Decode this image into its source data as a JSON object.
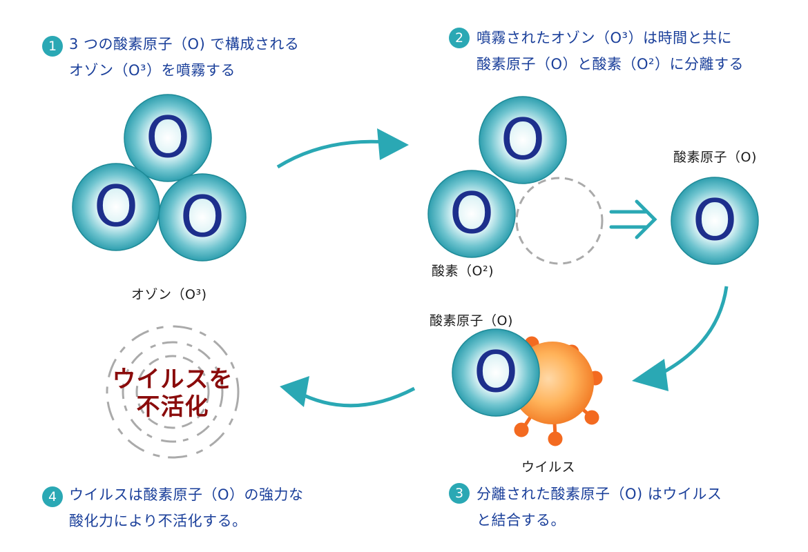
{
  "steps": [
    {
      "number": "1",
      "line1": "3 つの酸素原子（O) で構成される",
      "line2": "オゾン（O³）を噴霧する"
    },
    {
      "number": "2",
      "line1": "噴霧されたオゾン（O³）は時間と共に",
      "line2": "酸素原子（O）と酸素（O²）に分離する"
    },
    {
      "number": "3",
      "line1": "分離された酸素原子（O) はウイルス",
      "line2": "と結合する。"
    },
    {
      "number": "4",
      "line1": "ウイルスは酸素原子（O）の強力な",
      "line2": "酸化力により不活化する。"
    }
  ],
  "labels": {
    "ozone": "オゾン（O³)",
    "oxygen_o2": "酸素（O²)",
    "oxygen_atom_right": "酸素原子（O)",
    "oxygen_atom_virus": "酸素原子（O)",
    "virus": "ウイルス"
  },
  "atom_symbol": "O",
  "inactivate": {
    "line1": "ウイルスを",
    "line2": "不活化"
  },
  "colors": {
    "teal": "#2aa8b4",
    "atom_outer": "#3fb0bd",
    "atom_text": "#1d2f8c",
    "step_text": "#1a3f9a",
    "virus": "#f58a2a",
    "inactivate_text": "#8a0b0b",
    "dashed": "#aaaaaa"
  }
}
